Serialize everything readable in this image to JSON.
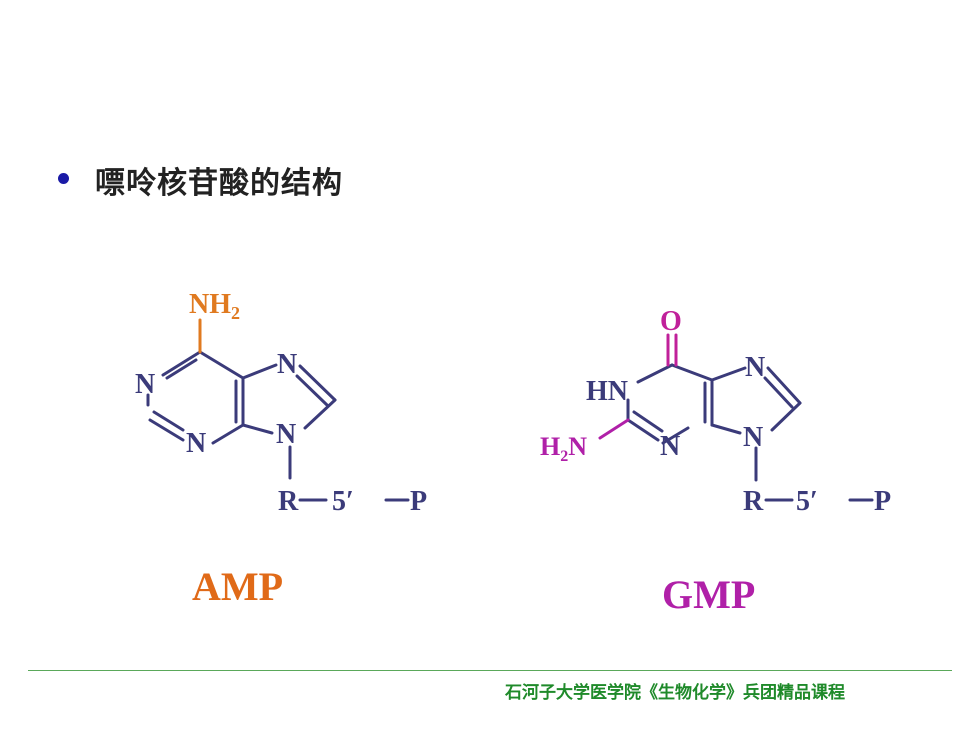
{
  "slide": {
    "heading": "嘌呤核苷酸的结构"
  },
  "amp": {
    "label": "AMP",
    "substituent": "NH",
    "substituent_sub": "2",
    "ring_n1": "N",
    "ring_n3": "N",
    "ring_n7": "N",
    "ring_n9": "N",
    "sugar": "R",
    "position": "5′",
    "phosphate": "P"
  },
  "gmp": {
    "label": "GMP",
    "oxo": "O",
    "hn": "HN",
    "amino_h": "H",
    "amino_sub": "2",
    "amino_n": "N",
    "ring_n3": "N",
    "ring_n7": "N",
    "ring_n9": "N",
    "sugar": "R",
    "position": "5′",
    "phosphate": "P"
  },
  "footer": {
    "text": "石河子大学医学院《生物化学》兵团精品课程"
  },
  "colors": {
    "bond": "#3b3b7a",
    "atom": "#3b3b7a",
    "amp_accent": "#e07a20",
    "gmp_accent": "#b020a8",
    "gmp_oxo": "#c0209a",
    "footer": "#1f8a2a",
    "bullet": "#1a1aa6"
  }
}
